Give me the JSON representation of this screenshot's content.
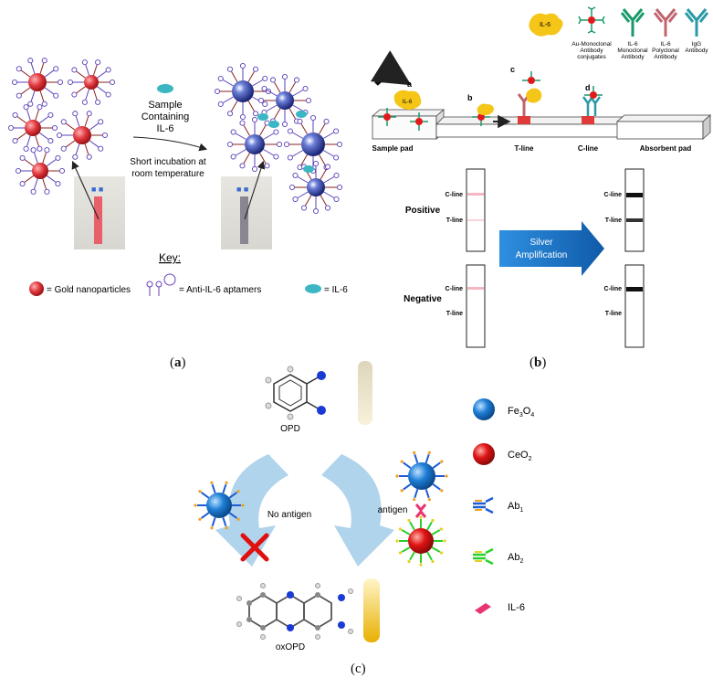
{
  "panel_a": {
    "caption_label": "a",
    "sample_text": [
      "Sample",
      "Containing",
      "IL-6"
    ],
    "incubation_text": [
      "Short incubation at",
      "room temperature"
    ],
    "key_title": "Key:",
    "key_gold": "= Gold nanoparticles",
    "key_aptamers": "= Anti-IL-6 aptamers",
    "key_il6": "= IL-6",
    "colors": {
      "gold_np": "#e0383e",
      "blue_np": "#2a3a9a",
      "il6": "#3bb6c3"
    }
  },
  "panel_b": {
    "caption_label": "b",
    "legend": {
      "il6_bubble": "IL-6",
      "au_conj": [
        "Au-Monoclonal",
        "Antibody",
        "conjugates"
      ],
      "il6_mono": [
        "IL-6",
        "Monoclonal",
        "Antibody"
      ],
      "il6_poly": [
        "IL-6",
        "Polyclonal",
        "Antibody"
      ],
      "igg": [
        "IgG",
        "Antibody"
      ]
    },
    "steps": [
      "a",
      "b",
      "c",
      "d"
    ],
    "strip_il6_label": "IL-6",
    "strip_labels": {
      "sample_pad": "Sample pad",
      "t_line": "T-line",
      "c_line": "C-line",
      "absorbent_pad": "Absorbent pad"
    },
    "positive": "Positive",
    "negative": "Negative",
    "cline": "C-line",
    "tline": "T-line",
    "arrow_text": [
      "Silver",
      "Amplification"
    ],
    "colors": {
      "arrow": "#1a78c8",
      "pink_line": "#f4b6c0",
      "dark_line": "#111111"
    }
  },
  "panel_c": {
    "caption_label": "c",
    "opd": "OPD",
    "oxopd": "oxOPD",
    "no_antigen": "No antigen",
    "antigen": "antigen",
    "legend": {
      "fe3o4": {
        "base": "Fe",
        "sub1": "3",
        "mid": "O",
        "sub2": "4"
      },
      "ceo2": {
        "base": "CeO",
        "sub": "2"
      },
      "ab1": {
        "base": "Ab",
        "sub": "1"
      },
      "ab2": {
        "base": "Ab",
        "sub": "2"
      },
      "il6": "IL-6"
    },
    "colors": {
      "fe3o4": "#1e7fd6",
      "ceo2": "#e01414",
      "il6": "#e8356e",
      "cross": "#e01010",
      "arrow": "#a7cfe9"
    }
  }
}
